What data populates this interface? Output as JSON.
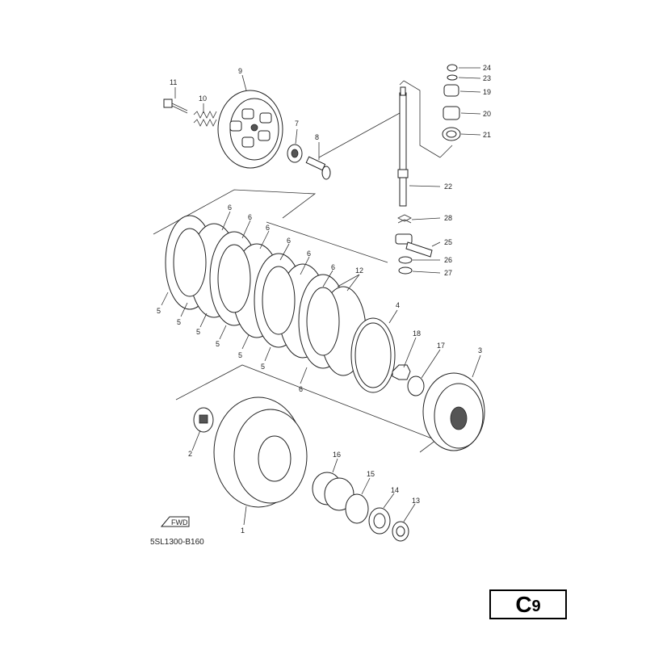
{
  "diagram": {
    "drawing_code": "5SL1300-B160",
    "page_code": {
      "letter": "C",
      "number": "9"
    },
    "fwd_mark": "FWD",
    "callouts": [
      "1",
      "2",
      "3",
      "4",
      "5",
      "6",
      "7",
      "8",
      "9",
      "10",
      "11",
      "12",
      "13",
      "14",
      "15",
      "16",
      "17",
      "18",
      "19",
      "20",
      "21",
      "22",
      "23",
      "24",
      "25",
      "26",
      "27",
      "28"
    ]
  }
}
